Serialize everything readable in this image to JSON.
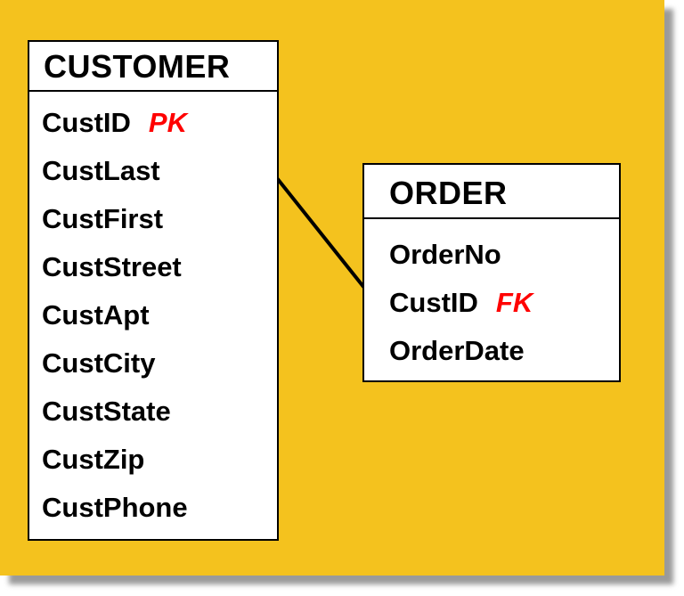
{
  "colors": {
    "background": "#f4c21e",
    "key_tag": "#ff0000",
    "entity_fill": "#ffffff",
    "border": "#000000"
  },
  "entities": {
    "customer": {
      "name": "CUSTOMER",
      "attributes": [
        {
          "name": "CustID",
          "key": "PK"
        },
        {
          "name": "CustLast",
          "key": ""
        },
        {
          "name": "CustFirst",
          "key": ""
        },
        {
          "name": "CustStreet",
          "key": ""
        },
        {
          "name": "CustApt",
          "key": ""
        },
        {
          "name": "CustCity",
          "key": ""
        },
        {
          "name": "CustState",
          "key": ""
        },
        {
          "name": "CustZip",
          "key": ""
        },
        {
          "name": "CustPhone",
          "key": ""
        }
      ]
    },
    "order": {
      "name": "ORDER",
      "attributes": [
        {
          "name": "OrderNo",
          "key": ""
        },
        {
          "name": "CustID",
          "key": "FK"
        },
        {
          "name": "OrderDate",
          "key": ""
        }
      ]
    }
  }
}
